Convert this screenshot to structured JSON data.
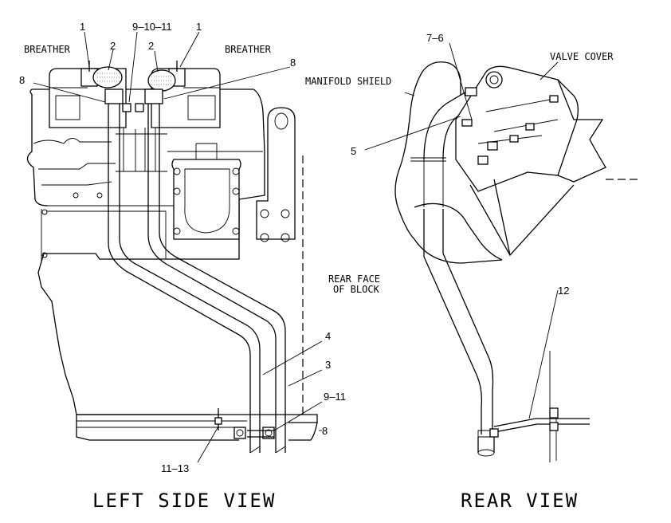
{
  "labels": {
    "breather_left": "BREATHER",
    "breather_right": "BREATHER",
    "valve_cover": "VALVE COVER",
    "manifold_shield": "MANIFOLD SHIELD",
    "rear_face_line1": "REAR FACE",
    "rear_face_line2": "OF BLOCK"
  },
  "callouts": {
    "c1_left": "1",
    "c9_10_11": "9–10–11",
    "c1_right": "1",
    "c2_left": "2",
    "c2_right": "2",
    "c8_left": "8",
    "c8_right": "8",
    "c7_6": "7–6",
    "c5": "5",
    "c4": "4",
    "c3": "3",
    "c9_11": "9–11",
    "c8_bottom": "8",
    "c11_13": "11–13",
    "c12": "12"
  },
  "views": {
    "left": "LEFT SIDE VIEW",
    "rear": "REAR VIEW"
  }
}
